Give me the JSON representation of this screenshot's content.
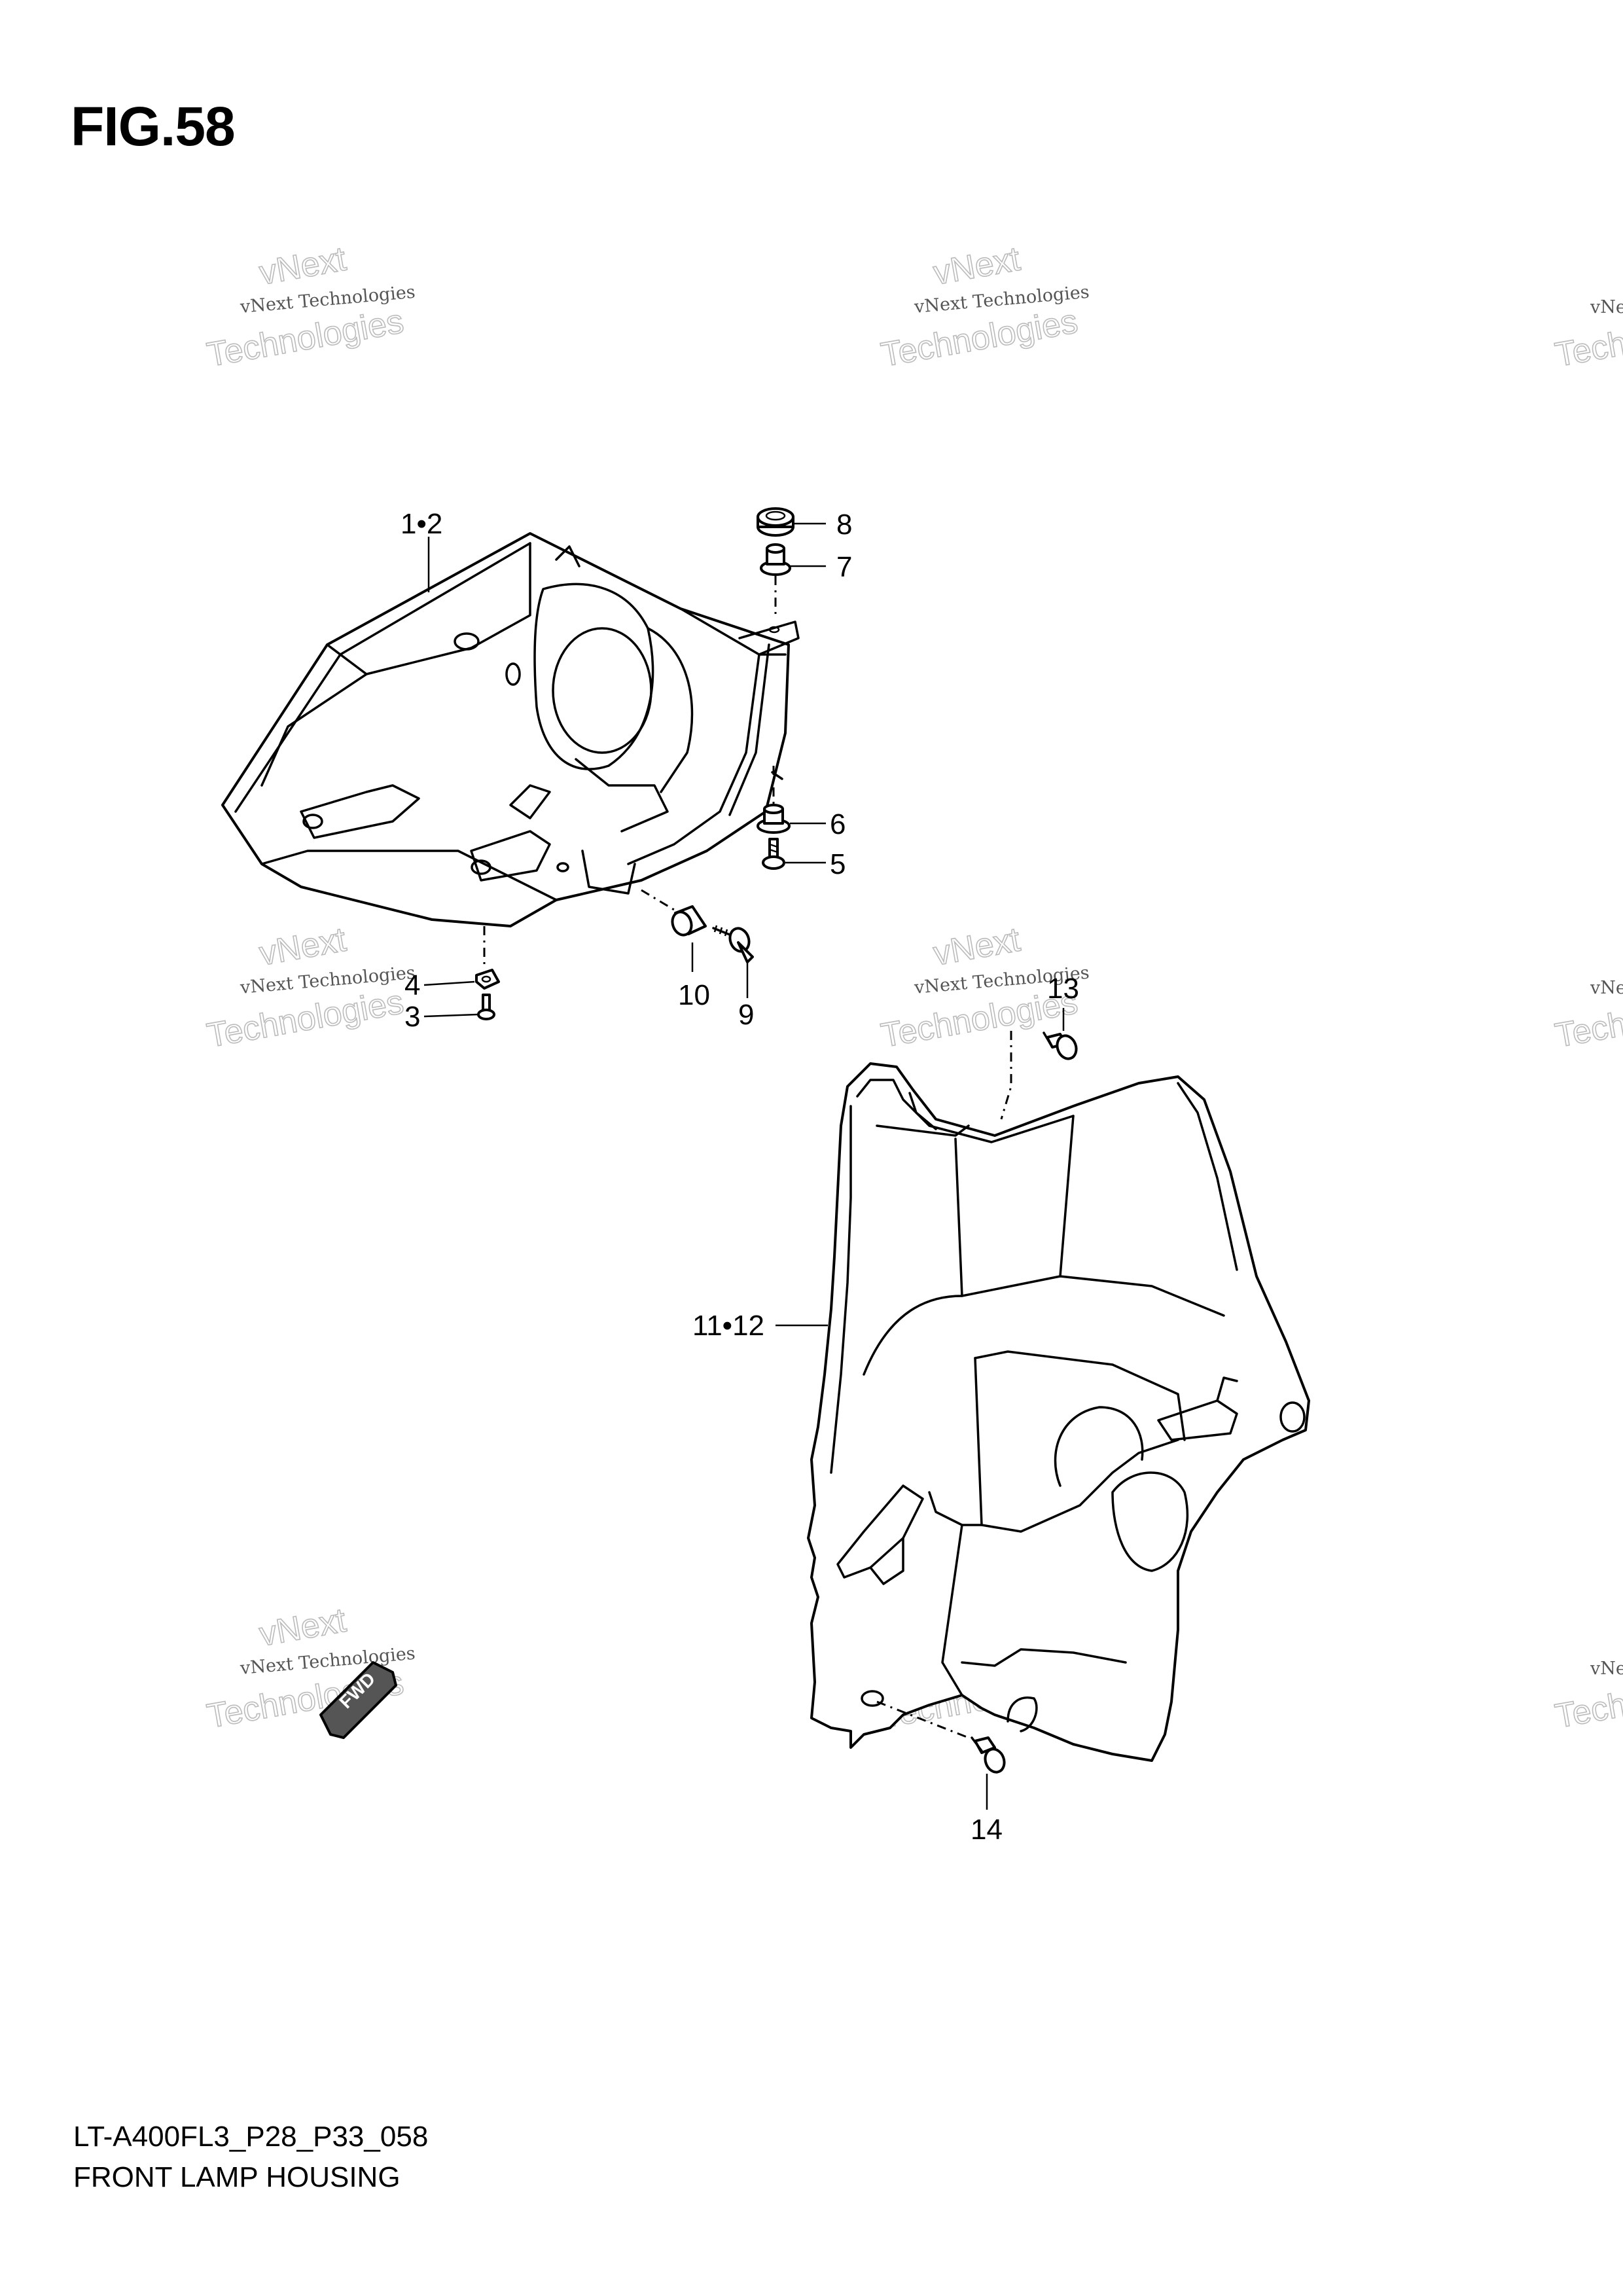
{
  "figure": {
    "title": "FIG.58"
  },
  "footer": {
    "code": "LT-A400FL3_P28_P33_058",
    "title": "FRONT LAMP HOUSING"
  },
  "callouts": {
    "c12": "1•2",
    "c3": "3",
    "c4": "4",
    "c5": "5",
    "c6": "6",
    "c7": "7",
    "c8": "8",
    "c9": "9",
    "c10": "10",
    "c1112": "11•12",
    "c13": "13",
    "c14": "14"
  },
  "watermark": {
    "small": "vNext Technologies",
    "big_line1": "vNext",
    "big_line2": "Technologies"
  },
  "badge": {
    "label": "FWD"
  }
}
